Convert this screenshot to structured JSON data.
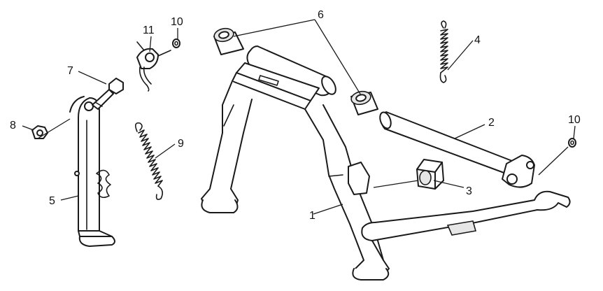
{
  "diagram": {
    "callouts": {
      "c1": "1",
      "c2": "2",
      "c3": "3",
      "c4": "4",
      "c5": "5",
      "c6": "6",
      "c7": "7",
      "c8": "8",
      "c9": "9",
      "c10a": "10",
      "c10b": "10",
      "c11": "11"
    },
    "colors": {
      "line": "#1a1a1a",
      "background": "#ffffff",
      "shade": "#e6e6e6"
    }
  }
}
